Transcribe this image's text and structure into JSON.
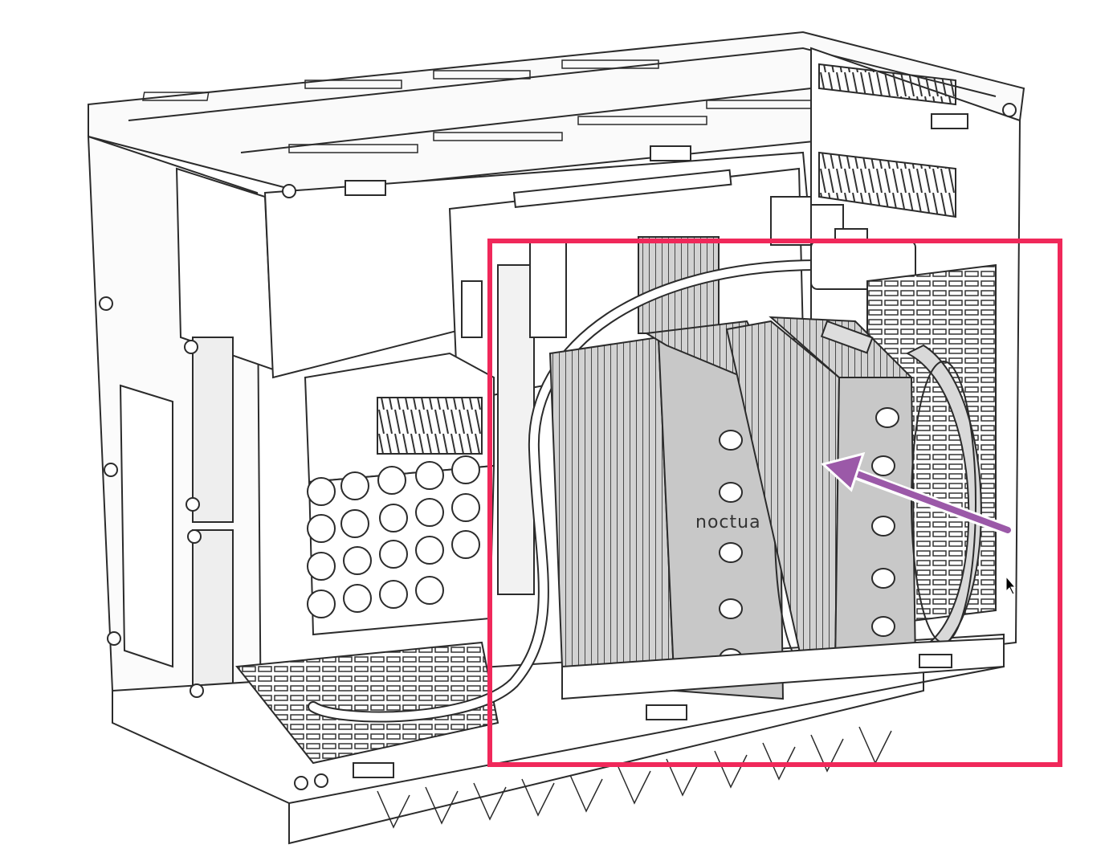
{
  "diagram": {
    "heatsink_brand_text": "noctua"
  },
  "colors": {
    "highlight_box": "#f0285a",
    "arrow": "#9b59a8",
    "line_art": "#2b2b2b",
    "metal_fill": "#c8c8c8",
    "background": "#ffffff"
  },
  "annotations": {
    "highlight_box_icon": "highlight-rectangle",
    "arrow_icon": "pointer-arrow",
    "cursor_icon": "mouse-cursor"
  }
}
